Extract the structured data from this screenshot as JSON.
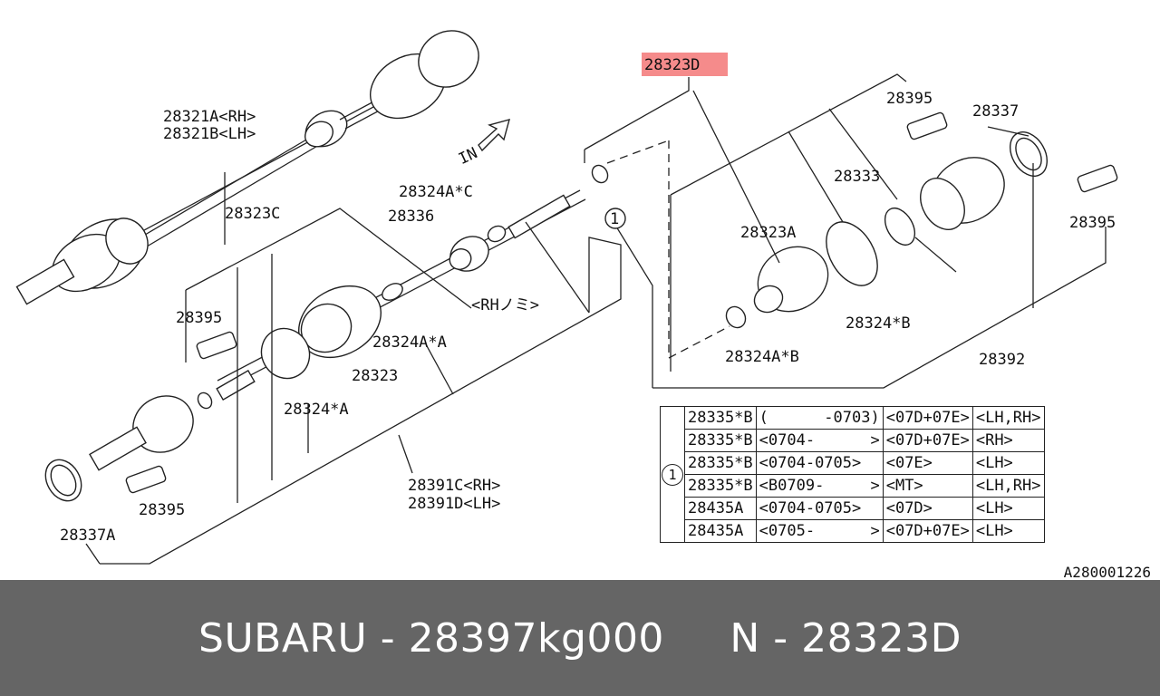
{
  "highlight_color": "#f58b8b",
  "labels": {
    "l28321a": "28321A<RH>",
    "l28321b": "28321B<LH>",
    "l28323c": "28323C",
    "l28324ac": "28324A*C",
    "l28336": "28336",
    "lrh": "<RHノミ>",
    "l28395a": "28395",
    "l28324aa": "28324A*A",
    "l28323": "28323",
    "l28324a": "28324*A",
    "l28391c": "28391C<RH>",
    "l28391d": "28391D<LH>",
    "l28395b": "28395",
    "l28337a": "28337A",
    "l28323d": "28323D",
    "l28395c": "28395",
    "l28337": "28337",
    "l28333": "28333",
    "l28323a": "28323A",
    "l28395d": "28395",
    "l28324b": "28324*B",
    "l28324ab": "28324A*B",
    "l28392": "28392",
    "in_arrow": "IN",
    "circle_ref": "1"
  },
  "table": {
    "ref": "1",
    "rows": [
      {
        "part": "28335*B",
        "period": "(      -0703)",
        "model": "<07D+07E>",
        "side": "<LH,RH>"
      },
      {
        "part": "28335*B",
        "period": "<0704-      >",
        "model": "<07D+07E>",
        "side": "<RH>"
      },
      {
        "part": "28335*B",
        "period": "<0704-0705>",
        "model": "<07E>",
        "side": "<LH>"
      },
      {
        "part": "28335*B",
        "period": "<B0709-     >",
        "model": "<MT>",
        "side": "<LH,RH>"
      },
      {
        "part": "28435A",
        "period": "<0704-0705>",
        "model": "<07D>",
        "side": "<LH>"
      },
      {
        "part": "28435A",
        "period": "<0705-      >",
        "model": "<07D+07E>",
        "side": "<LH>"
      }
    ]
  },
  "image_id": "A280001226",
  "footer": {
    "text": "SUBARU - 28397kg000     N - 28323D"
  }
}
